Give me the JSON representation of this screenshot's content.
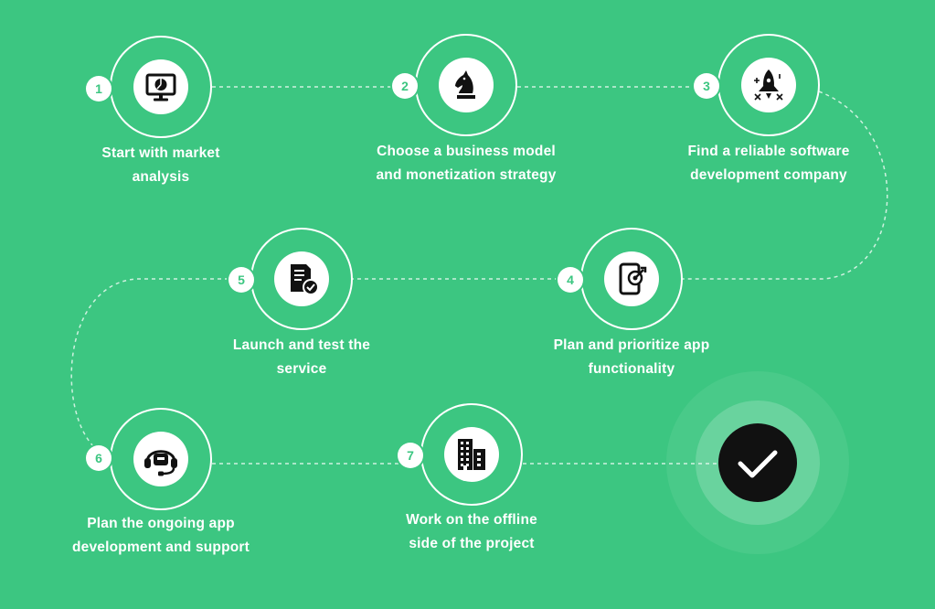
{
  "colors": {
    "background": "#3cc681",
    "circle_fill": "#ffffff",
    "icon": "#111111",
    "number": "#3cc681",
    "final_fill": "#111111"
  },
  "steps": [
    {
      "number": "1",
      "icon": "monitor-chart-icon",
      "label_lines": [
        "Start with market",
        "analysis"
      ]
    },
    {
      "number": "2",
      "icon": "chess-knight-icon",
      "label_lines": [
        "Choose a business model",
        "and monetization strategy"
      ]
    },
    {
      "number": "3",
      "icon": "rocket-icon",
      "label_lines": [
        "Find a reliable software",
        "development company"
      ]
    },
    {
      "number": "4",
      "icon": "phone-target-icon",
      "label_lines": [
        "Plan and prioritize app",
        "functionality"
      ]
    },
    {
      "number": "5",
      "icon": "document-check-icon",
      "label_lines": [
        "Launch and test the",
        "service"
      ]
    },
    {
      "number": "6",
      "icon": "headset-support-icon",
      "label_lines": [
        "Plan the ongoing app",
        "development and support"
      ]
    },
    {
      "number": "7",
      "icon": "office-building-icon",
      "label_lines": [
        "Work on the offline",
        "side of the project"
      ]
    }
  ],
  "final": {
    "icon": "checkmark-icon"
  }
}
